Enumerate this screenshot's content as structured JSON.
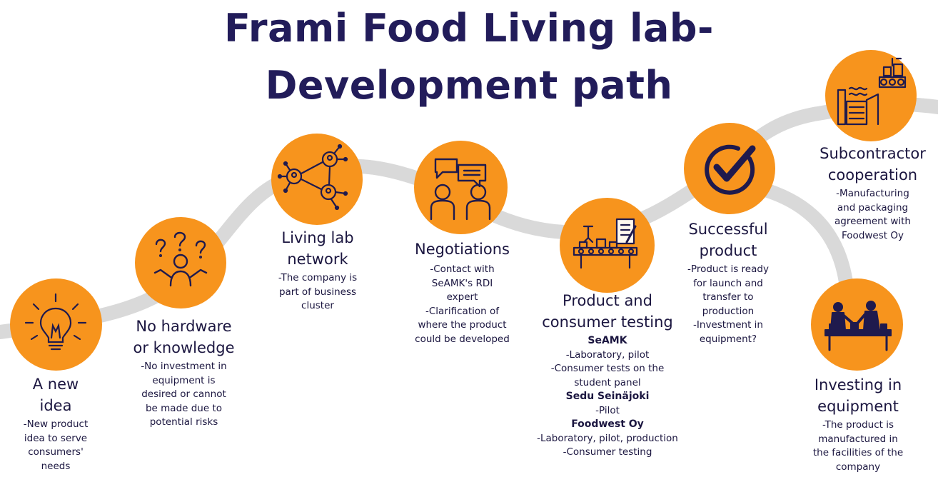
{
  "title": {
    "line1": "Frami Food Living lab-",
    "line2": "Development path"
  },
  "colors": {
    "accent": "#f7941d",
    "navy": "#221c5a",
    "path": "#d9d9d9"
  },
  "steps": [
    {
      "icon": "lightbulb-icon",
      "heading": [
        "A new",
        "idea"
      ],
      "body": [
        "-New product",
        "idea to serve",
        "consumers'",
        "needs"
      ]
    },
    {
      "icon": "confused-person-icon",
      "heading": [
        "No hardware",
        "or knowledge"
      ],
      "body": [
        "-No investment in",
        "equipment is",
        "desired or cannot",
        "be made due to",
        "potential risks"
      ]
    },
    {
      "icon": "network-icon",
      "heading": [
        "Living lab",
        "network"
      ],
      "body": [
        "-The company is",
        "part of business",
        "cluster"
      ]
    },
    {
      "icon": "conversation-icon",
      "heading": [
        "Negotiations"
      ],
      "body": [
        "-Contact with",
        "SeAMK's RDI",
        "expert",
        "-Clarification of",
        "where the product",
        "could be developed"
      ]
    },
    {
      "icon": "production-line-icon",
      "heading": [
        "Product and",
        "consumer testing"
      ],
      "body": [
        "SeAMK",
        "-Laboratory, pilot",
        "-Consumer tests on the",
        "student panel",
        "Sedu Seinäjoki",
        "-Pilot",
        "Foodwest Oy",
        "-Laboratory, pilot, production",
        "-Consumer testing"
      ]
    },
    {
      "icon": "checkmark-icon",
      "heading": [
        "Successful",
        "product"
      ],
      "body": [
        "-Product is ready",
        "for launch and",
        "transfer to",
        "production",
        "-Investment in",
        "equipment?"
      ]
    },
    {
      "icon": "factory-icon",
      "heading": [
        "Subcontractor",
        "cooperation"
      ],
      "body": [
        "-Manufacturing",
        "and packaging",
        "agreement with",
        "Foodwest Oy"
      ]
    },
    {
      "icon": "workers-icon",
      "heading": [
        "Investing in",
        "equipment"
      ],
      "body": [
        "-The product is",
        "manufactured in",
        "the facilities of the",
        "company"
      ]
    }
  ]
}
